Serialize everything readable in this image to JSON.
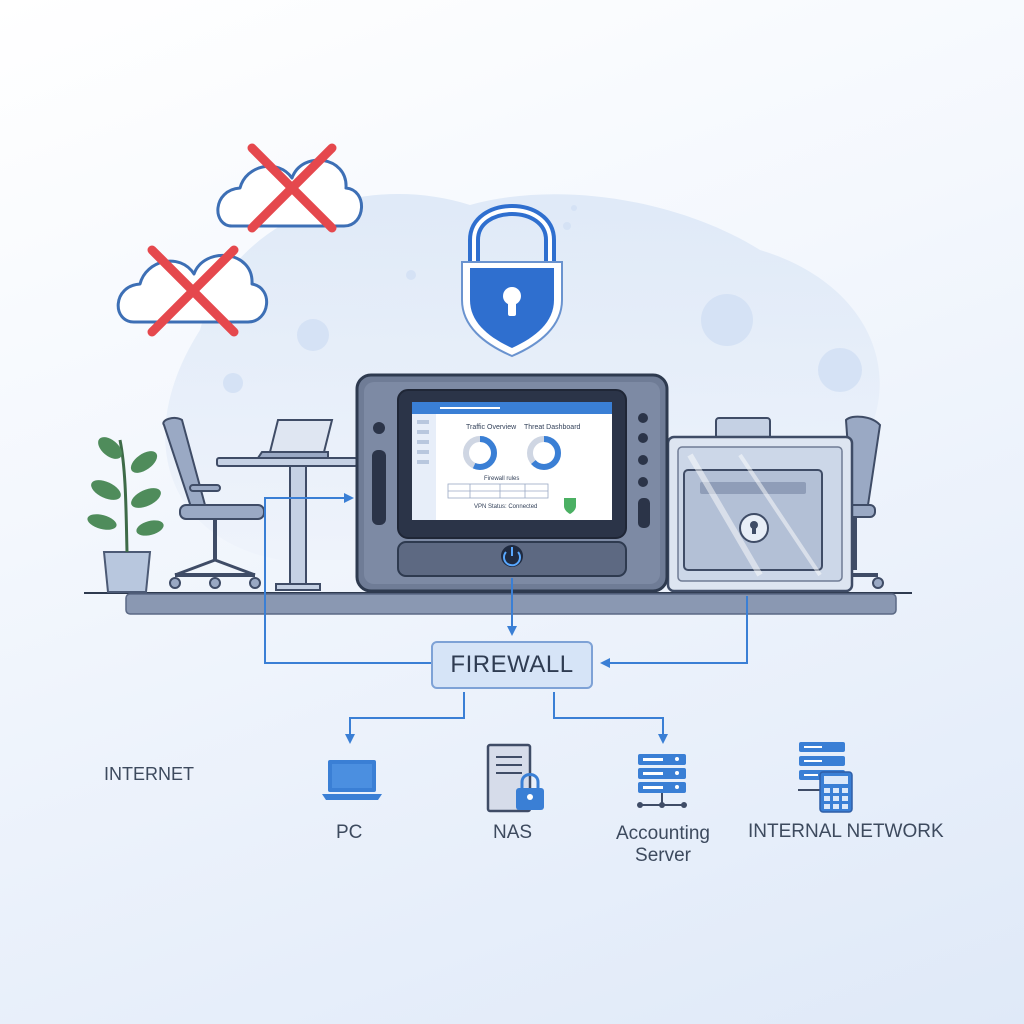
{
  "diagram": {
    "firewall_label": "FIREWALL",
    "internet_label": "INTERNET",
    "nodes": {
      "pc": "PC",
      "nas": "NAS",
      "accounting_server": "Accounting Server",
      "internal_network": "INTERNAL NETWORK"
    },
    "dashboard": {
      "panel_left_title": "Traffic Overview",
      "panel_right_title": "Threat Dashboard",
      "table_title": "Firewall rules",
      "vpn_status": "VPN Status: Connected"
    }
  },
  "colors": {
    "accent_blue": "#3a7fd5",
    "cross_red": "#e5484d",
    "shield_blue": "#2f6fcf",
    "desk_gray": "#8a98b2"
  },
  "icons": [
    "cloud-icon",
    "cross-icon",
    "padlock-shield-icon",
    "power-icon",
    "laptop-icon",
    "server-tower-lock-icon",
    "server-rack-icon",
    "calculator-icon",
    "plant-icon",
    "office-chair-icon"
  ]
}
